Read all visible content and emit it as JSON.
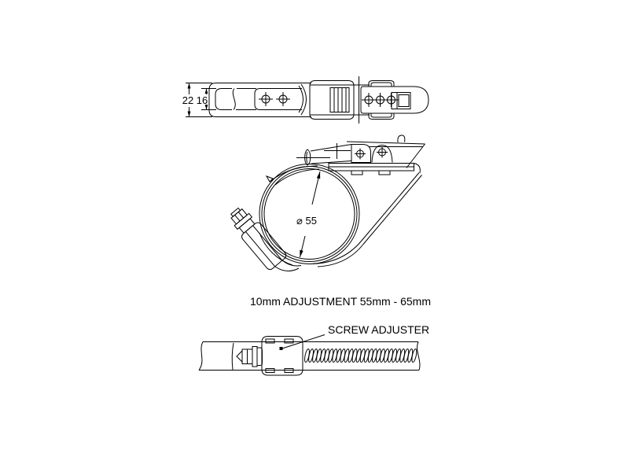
{
  "page": {
    "background": "#ffffff"
  },
  "colors": {
    "line": "#000000"
  },
  "views": {
    "plan": {
      "outer_width_dim": "22",
      "band_width_dim": "16"
    },
    "front": {
      "diameter_dim": "⌀ 55"
    }
  },
  "annotations": {
    "adjustment_note": "10mm ADJUSTMENT 55mm - 65mm",
    "screw_adjuster_label": "SCREW ADJUSTER"
  }
}
